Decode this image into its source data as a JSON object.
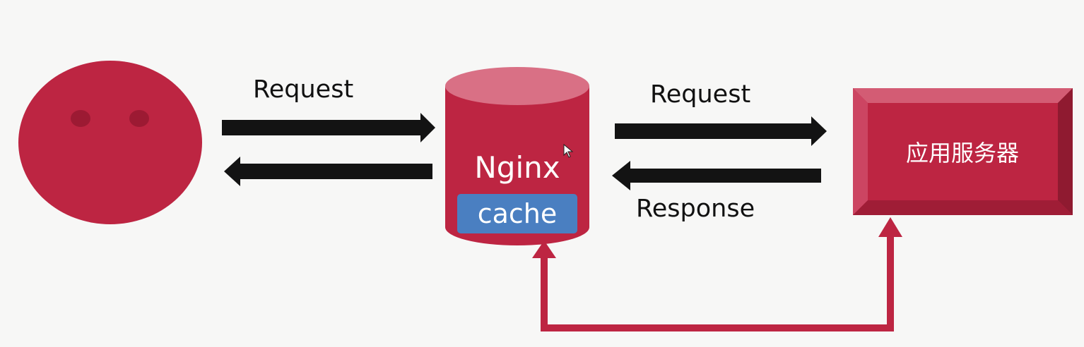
{
  "labels": {
    "client_request": "Request",
    "server_request": "Request",
    "server_response": "Response",
    "nginx": "Nginx",
    "cache": "cache",
    "app_server": "应用服务器"
  },
  "colors": {
    "primary_red": "#bd2542",
    "cache_blue": "#4a7fc1",
    "arrow_black": "#131313",
    "background": "#f7f7f6"
  }
}
